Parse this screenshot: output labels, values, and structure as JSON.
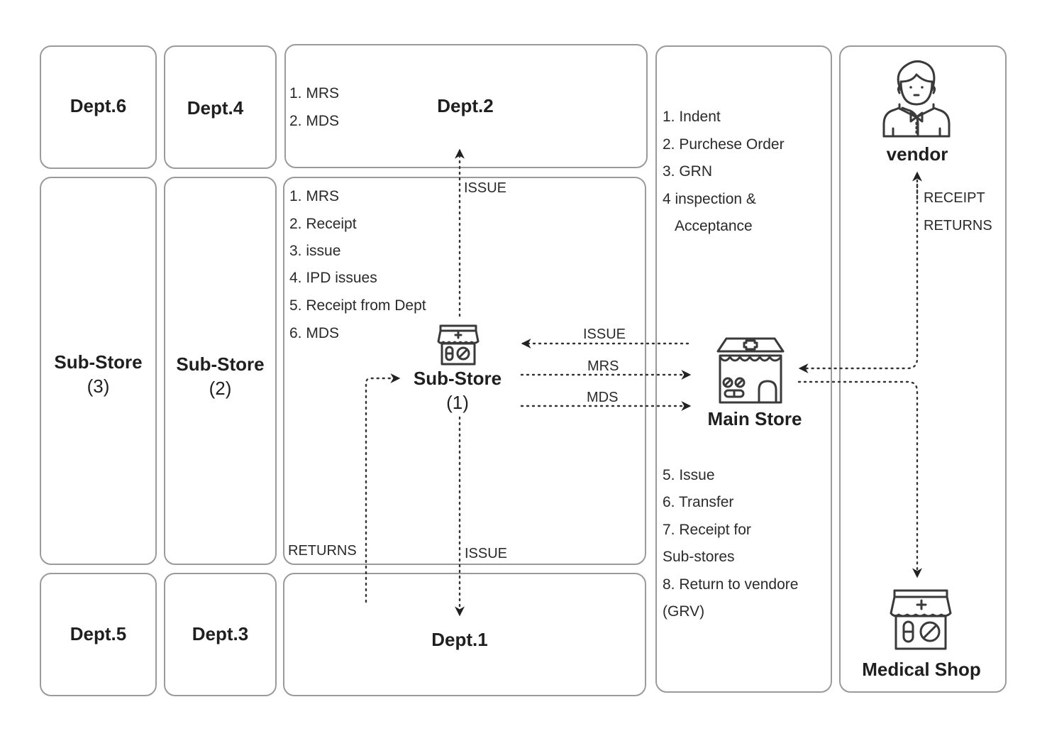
{
  "diagram": {
    "left_column_a": {
      "top": "Dept.6",
      "middle_line1": "Sub-Store",
      "middle_line2": "(3)",
      "bottom": "Dept.5"
    },
    "left_column_b": {
      "top": "Dept.4",
      "middle_line1": "Sub-Store",
      "middle_line2": "(2)",
      "bottom": "Dept.3"
    },
    "dept2": {
      "title": "Dept.2",
      "items": [
        "1. MRS",
        "2. MDS"
      ]
    },
    "substore1": {
      "title_line1": "Sub-Store",
      "title_line2": "(1)",
      "icon": "pharmacy-shop-icon",
      "items": [
        "1. MRS",
        "2. Receipt",
        "3. issue",
        "4. IPD issues",
        "5. Receipt from Dept",
        "6. MDS"
      ]
    },
    "dept1": {
      "title": "Dept.1"
    },
    "main_store": {
      "title": "Main Store",
      "icon": "hospital-store-icon",
      "items_top": [
        "1. Indent",
        "2. Purchese Order",
        "3. GRN",
        "4 inspection &",
        "Acceptance"
      ],
      "items_bottom": [
        "5. Issue",
        "6. Transfer",
        "7. Receipt for",
        "Sub-stores",
        "8. Return to vendore",
        "(GRV)"
      ]
    },
    "vendor": {
      "title": "vendor",
      "icon": "vendor-person-icon"
    },
    "medical_shop": {
      "title": "Medical Shop",
      "icon": "medical-shop-icon"
    },
    "flows": {
      "substore_to_dept2": "ISSUE",
      "substore_to_dept1": "ISSUE",
      "dept1_returns": "RETURNS",
      "main_to_sub_issue": "ISSUE",
      "sub_to_main_mrs": "MRS",
      "sub_to_main_mds": "MDS",
      "vendor_receipt": "RECEIPT",
      "vendor_returns": "RETURNS"
    }
  }
}
